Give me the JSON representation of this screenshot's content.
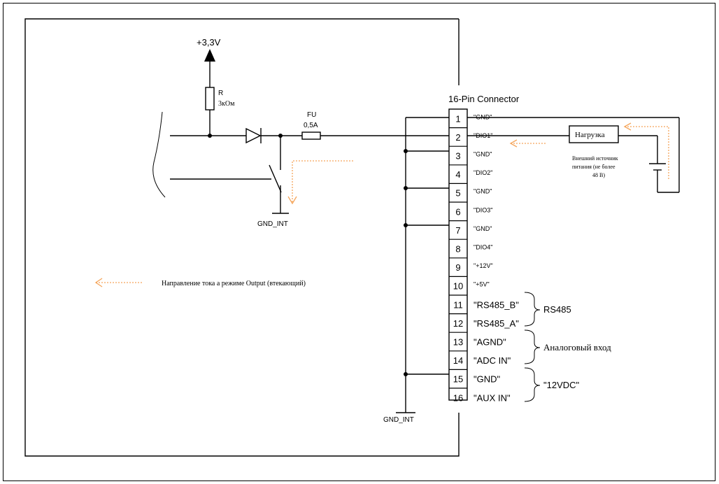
{
  "labels": {
    "vcc": "+3,3V",
    "resistor_name": "R",
    "resistor_value": "3кОм",
    "fuse_name": "FU",
    "fuse_value": "0,5A",
    "gnd_int_left": "GND_INT",
    "gnd_int_bottom": "GND_INT",
    "connector_title": "16-Pin Connector",
    "load": "Нагрузка",
    "ext_source_line1": "Внешний источник",
    "ext_source_line2": "питания (не более",
    "ext_source_line3": "48 В)",
    "legend": "Направление тока а режиме Output (втекающий)",
    "group_rs485": "RS485",
    "group_analog": "Аналоговый вход",
    "group_12vdc": "\"12VDC\""
  },
  "pins": [
    {
      "num": "1",
      "name": "\"GND\""
    },
    {
      "num": "2",
      "name": "\"DIO1\""
    },
    {
      "num": "3",
      "name": "\"GND\""
    },
    {
      "num": "4",
      "name": "\"DIO2\""
    },
    {
      "num": "5",
      "name": "\"GND\""
    },
    {
      "num": "6",
      "name": "\"DIO3\""
    },
    {
      "num": "7",
      "name": "\"GND\""
    },
    {
      "num": "8",
      "name": "\"DIO4\""
    },
    {
      "num": "9",
      "name": "\"+12V\""
    },
    {
      "num": "10",
      "name": "\"+5V\""
    },
    {
      "num": "11",
      "name": "\"RS485_B\""
    },
    {
      "num": "12",
      "name": "\"RS485_A\""
    },
    {
      "num": "13",
      "name": "\"AGND\""
    },
    {
      "num": "14",
      "name": "\"ADC IN\""
    },
    {
      "num": "15",
      "name": "\"GND\""
    },
    {
      "num": "16",
      "name": "\"AUX IN\""
    }
  ],
  "colors": {
    "current_flow": "#f5a55a",
    "wire": "#000000"
  }
}
